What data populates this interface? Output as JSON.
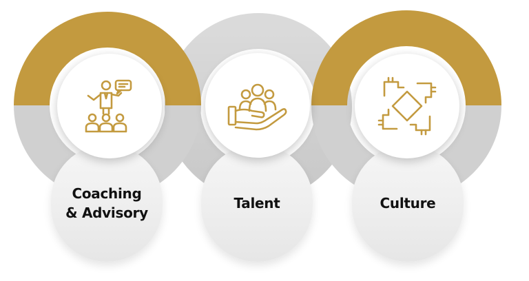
{
  "colors": {
    "gold": "#C39A3F",
    "gray_ring": "#D3D3D3",
    "gray_ring_dark": "#BDBDBD",
    "pill_bg": "#EEEEEE",
    "text": "#111111"
  },
  "items": [
    {
      "label": "Coaching\n& Advisory",
      "icon": "coaching-presenter-icon"
    },
    {
      "label": "Talent",
      "icon": "talent-hand-people-icon"
    },
    {
      "label": "Culture",
      "icon": "culture-joined-hands-icon"
    }
  ]
}
